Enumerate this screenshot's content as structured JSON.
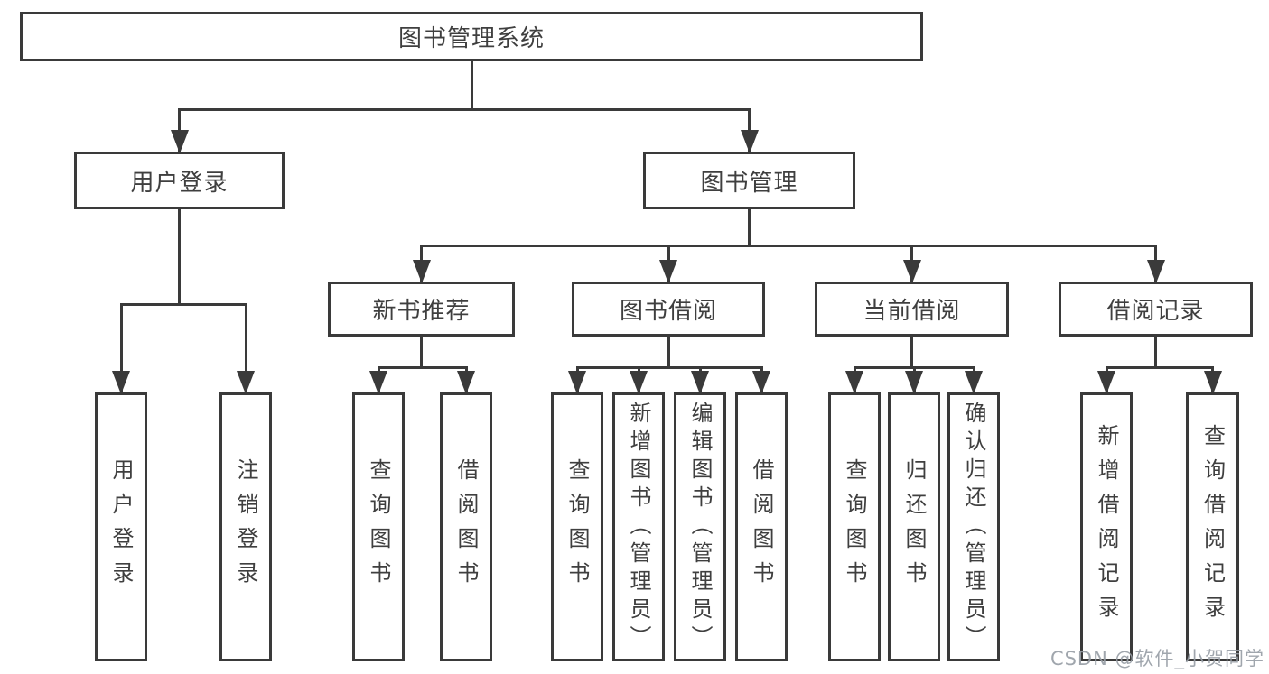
{
  "tree": {
    "id": "root",
    "label": "图书管理系统",
    "children": [
      {
        "id": "user-login",
        "label": "用户登录",
        "children": [
          {
            "id": "user-login-leaf",
            "label": "用户登录"
          },
          {
            "id": "logout",
            "label": "注销登录"
          }
        ]
      },
      {
        "id": "book-mgmt",
        "label": "图书管理",
        "children": [
          {
            "id": "new-book-rec",
            "label": "新书推荐",
            "children": [
              {
                "id": "nbr-query",
                "label": "查询图书"
              },
              {
                "id": "nbr-borrow",
                "label": "借阅图书"
              }
            ]
          },
          {
            "id": "book-borrow",
            "label": "图书借阅",
            "children": [
              {
                "id": "bb-query",
                "label": "查询图书"
              },
              {
                "id": "bb-add",
                "label": "新增图书（管理员）"
              },
              {
                "id": "bb-edit",
                "label": "编辑图书（管理员）"
              },
              {
                "id": "bb-borrow",
                "label": "借阅图书"
              }
            ]
          },
          {
            "id": "current-borrow",
            "label": "当前借阅",
            "children": [
              {
                "id": "cb-query",
                "label": "查询图书"
              },
              {
                "id": "cb-return",
                "label": "归还图书"
              },
              {
                "id": "cb-confirm",
                "label": "确认归还（管理员）"
              }
            ]
          },
          {
            "id": "borrow-records",
            "label": "借阅记录",
            "children": [
              {
                "id": "br-add",
                "label": "新增借阅记录"
              },
              {
                "id": "br-query",
                "label": "查询借阅记录"
              }
            ]
          }
        ]
      }
    ]
  },
  "watermark": {
    "text": "CSDN @软件_小贺同学"
  },
  "colors": {
    "line": "#3a3a3a",
    "text": "#3f3f3f",
    "background": "#ffffff",
    "watermark": "#989ea6"
  }
}
